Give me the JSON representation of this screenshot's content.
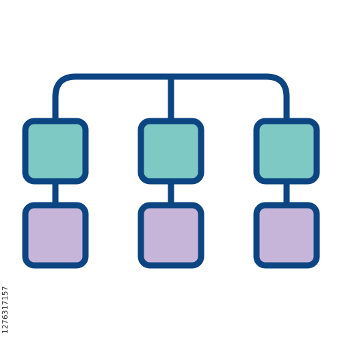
{
  "icon": {
    "name": "hierarchy-structure-icon",
    "colors": {
      "outline": "#0d4583",
      "top_fill": "#7ec9c3",
      "bottom_fill": "#c6b5d9",
      "background": "#ffffff"
    },
    "columns": 3,
    "rows": 2
  },
  "stock_id": "1276317157"
}
